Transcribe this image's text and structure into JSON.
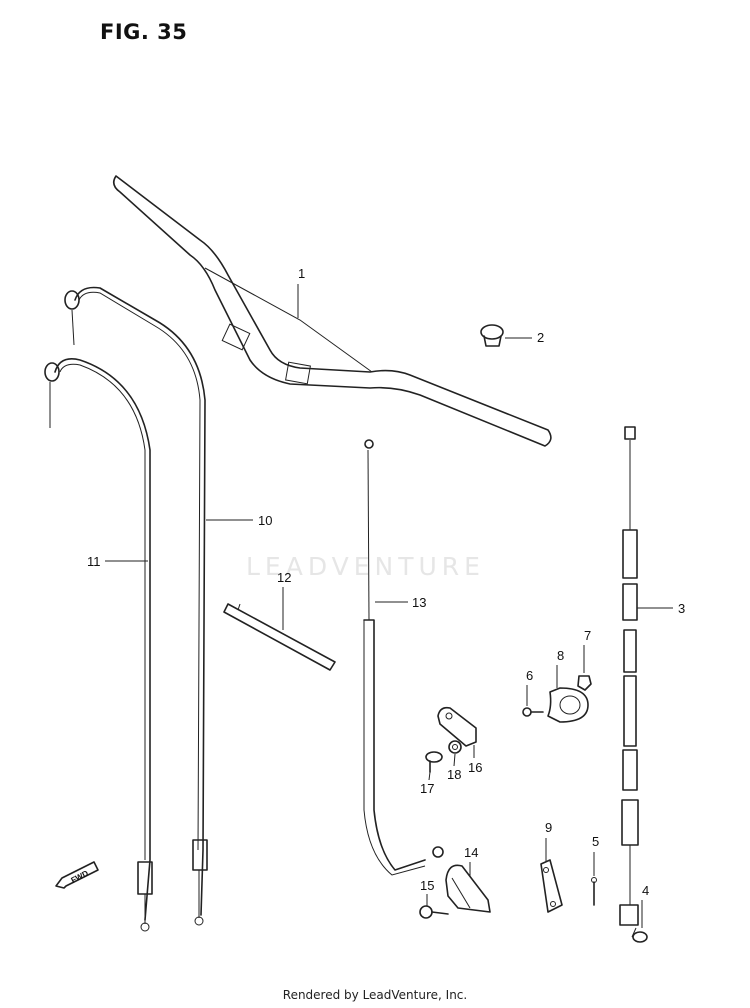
{
  "figure": {
    "title": "FIG. 35"
  },
  "watermark": {
    "text": "LEADVENTURE"
  },
  "footer": {
    "text": "Rendered by LeadVenture, Inc."
  },
  "fwd_arrow": {
    "label": "FWD"
  },
  "callouts": [
    {
      "id": "1",
      "part": "handlebar"
    },
    {
      "id": "2",
      "part": "handlebar-plug"
    },
    {
      "id": "3",
      "part": "clutch-cable"
    },
    {
      "id": "4",
      "part": "cable-end-bolt"
    },
    {
      "id": "5",
      "part": "pin"
    },
    {
      "id": "6",
      "part": "screw"
    },
    {
      "id": "7",
      "part": "nut"
    },
    {
      "id": "8",
      "part": "cable-clamp"
    },
    {
      "id": "9",
      "part": "lever-arm"
    },
    {
      "id": "10",
      "part": "throttle-cable-1"
    },
    {
      "id": "11",
      "part": "throttle-cable-2"
    },
    {
      "id": "12",
      "part": "cable-band"
    },
    {
      "id": "13",
      "part": "choke-cable"
    },
    {
      "id": "14",
      "part": "cable-bracket"
    },
    {
      "id": "15",
      "part": "bracket-bolt"
    },
    {
      "id": "16",
      "part": "cable-guide"
    },
    {
      "id": "17",
      "part": "guide-bolt"
    },
    {
      "id": "18",
      "part": "washer"
    }
  ],
  "colors": {
    "line": "#222222",
    "watermark": "#e6e6e6",
    "background": "#ffffff"
  }
}
